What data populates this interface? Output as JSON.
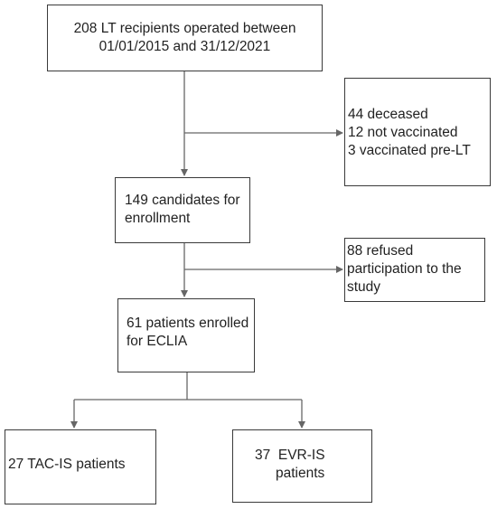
{
  "flowchart": {
    "boxes": {
      "start": {
        "lines": [
          "208 LT recipients operated between",
          "01/01/2015 and 31/12/2021"
        ]
      },
      "excluded_1": {
        "lines": [
          "44 deceased",
          "12 not vaccinated",
          "3 vaccinated pre-LT"
        ]
      },
      "candidates": {
        "lines": [
          "149 candidates for",
          "enrollment"
        ]
      },
      "excluded_2": {
        "lines": [
          "88 refused",
          "participation to the",
          "study"
        ]
      },
      "enrolled": {
        "lines": [
          "61 patients enrolled",
          "for ECLIA"
        ]
      },
      "tac_is": {
        "lines": [
          "27 TAC-IS patients"
        ]
      },
      "evr_is": {
        "lines": [
          "37  EVR-IS",
          "patients"
        ]
      }
    },
    "colors": {
      "border": "#3a3a3a",
      "connector": "#666666",
      "text": "#222222"
    }
  }
}
